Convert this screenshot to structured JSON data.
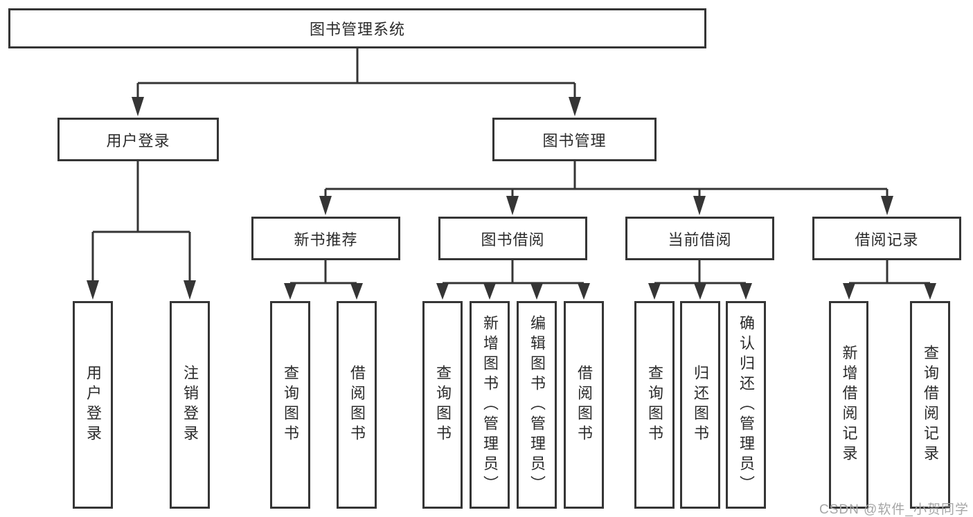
{
  "diagram": {
    "root": {
      "label": "图书管理系统"
    },
    "branches": [
      {
        "label": "用户登录",
        "children": [
          {
            "label": "用户登录"
          },
          {
            "label": "注销登录"
          }
        ]
      },
      {
        "label": "图书管理",
        "children": [
          {
            "label": "新书推荐",
            "children": [
              {
                "label": "查询图书"
              },
              {
                "label": "借阅图书"
              }
            ]
          },
          {
            "label": "图书借阅",
            "children": [
              {
                "label": "查询图书"
              },
              {
                "label": "新增图书（管理员）"
              },
              {
                "label": "编辑图书（管理员）"
              },
              {
                "label": "借阅图书"
              }
            ]
          },
          {
            "label": "当前借阅",
            "children": [
              {
                "label": "查询图书"
              },
              {
                "label": "归还图书"
              },
              {
                "label": "确认归还（管理员）"
              }
            ]
          },
          {
            "label": "借阅记录",
            "children": [
              {
                "label": "新增借阅记录"
              },
              {
                "label": "查询借阅记录"
              }
            ]
          }
        ]
      }
    ]
  },
  "watermark": {
    "text": "CSDN @软件_小贺同学"
  },
  "colors": {
    "line": "#353535",
    "box_background": "#ffffff",
    "text": "#2b2b2b",
    "watermark": "#a6a6a6"
  }
}
